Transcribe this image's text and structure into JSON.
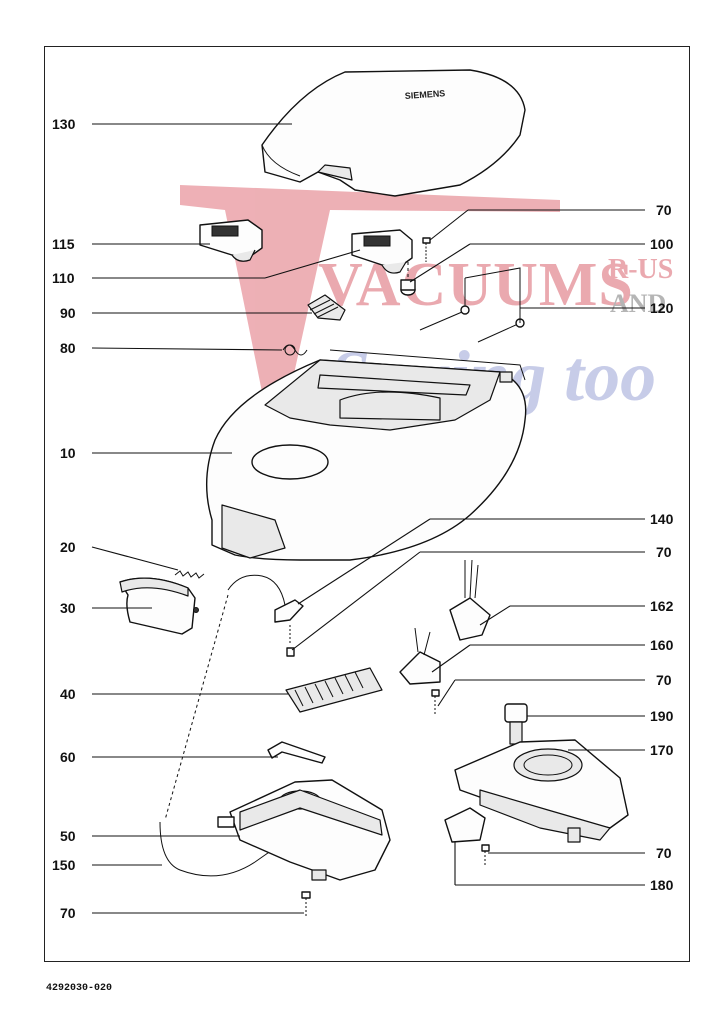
{
  "watermark": {
    "line1": "VACUUMS",
    "line2": "R-US",
    "line3": "AND",
    "line4": "Sewing too",
    "color_red": "#e0707a",
    "color_blue": "#9aa3d6"
  },
  "part_labels": {
    "p130": "130",
    "p115": "115",
    "p110": "110",
    "p90": "90",
    "p80": "80",
    "p10": "10",
    "p20": "20",
    "p30": "30",
    "p40": "40",
    "p60": "60",
    "p50": "50",
    "p150": "150",
    "p70_bottom_left": "70",
    "p70_top_right": "70",
    "p100": "100",
    "p120": "120",
    "p140": "140",
    "p70_mid": "70",
    "p162": "162",
    "p160": "160",
    "p70_right": "70",
    "p190": "190",
    "p170": "170",
    "p70_lower_right": "70",
    "p180": "180"
  },
  "lid_logo_text": "SIEMENS",
  "document_number": "4292030-020"
}
